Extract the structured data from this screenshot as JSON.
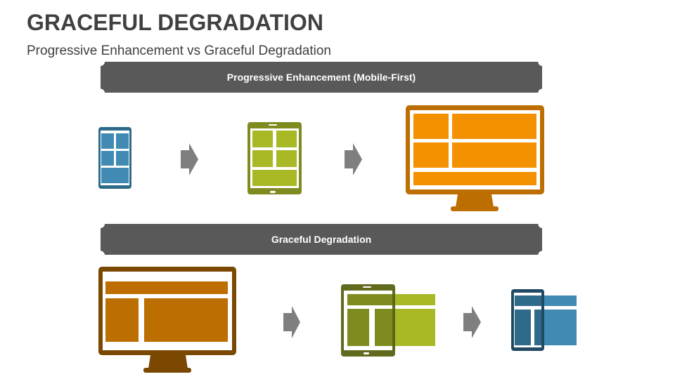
{
  "slide": {
    "title": "GRACEFUL DEGRADATION",
    "subtitle": "Progressive Enhancement vs Graceful Degradation"
  },
  "sections": [
    {
      "label": "Progressive Enhancement (Mobile-First)",
      "devices": [
        {
          "type": "phone",
          "frame_color": "#2e6b8a",
          "panel_color": "#418ab3"
        },
        {
          "type": "tablet",
          "frame_color": "#7f8b1f",
          "panel_color": "#a9b825"
        },
        {
          "type": "desktop-monitor",
          "frame_color": "#bc6e00",
          "panel_color": "#f49100"
        }
      ],
      "arrows": [
        "arrow-right",
        "arrow-right"
      ]
    },
    {
      "label": "Graceful Degradation",
      "devices": [
        {
          "type": "desktop-monitor",
          "frame_color": "#7a4800",
          "panel_color": "#bc6e00"
        },
        {
          "type": "tablet",
          "frame_color": "#5a6212",
          "panel_color": "#a9b825"
        },
        {
          "type": "phone",
          "frame_color": "#234a63",
          "panel_color": "#418ab3"
        }
      ],
      "arrows": [
        "arrow-right",
        "arrow-right"
      ]
    }
  ],
  "colors": {
    "banner": "#595959",
    "arrow": "#7f7f7f",
    "text": "#404040"
  }
}
